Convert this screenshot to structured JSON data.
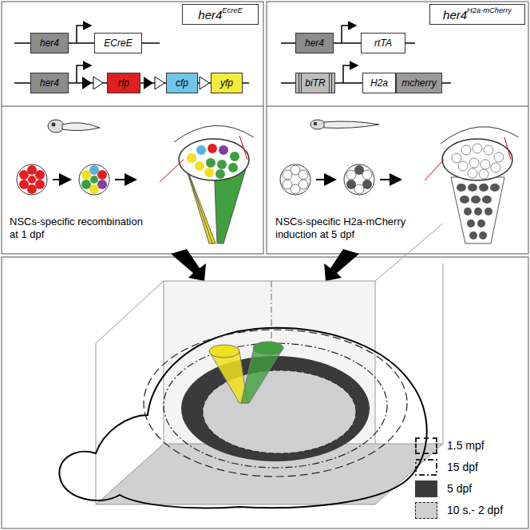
{
  "diagram": {
    "nodes": [
      {
        "text": [
          "her4",
          "EcreE"
        ]
      },
      {
        "text": [
          "her4"
        ]
      },
      {
        "text": [
          "ECreE"
        ]
      },
      {
        "text": [
          "her4"
        ]
      },
      {
        "text": [
          "rfp"
        ]
      },
      {
        "text": [
          "cfp"
        ]
      },
      {
        "text": [
          "yfp"
        ]
      },
      {
        "text": [
          "her4",
          "H2a-mCherry"
        ]
      },
      {
        "text": [
          "her4"
        ]
      },
      {
        "text": [
          "rtTA"
        ]
      },
      {
        "text": [
          "biTR"
        ]
      },
      {
        "text": [
          "H2a"
        ]
      },
      {
        "text": [
          "mcherry"
        ]
      }
    ],
    "labels": [
      "NSCs-specific recombination at 1 dpf",
      "NSCs-specific H2a-mCherry induction at 5 dpf"
    ],
    "legend": [
      {
        "text": "1.5 mpf"
      },
      {
        "text": "15 dpf"
      },
      {
        "text": "5 dpf",
        "color": "#3a3a3a"
      },
      {
        "text": "10 s.- 2 dpf",
        "color": "#cfcfcf"
      }
    ]
  }
}
